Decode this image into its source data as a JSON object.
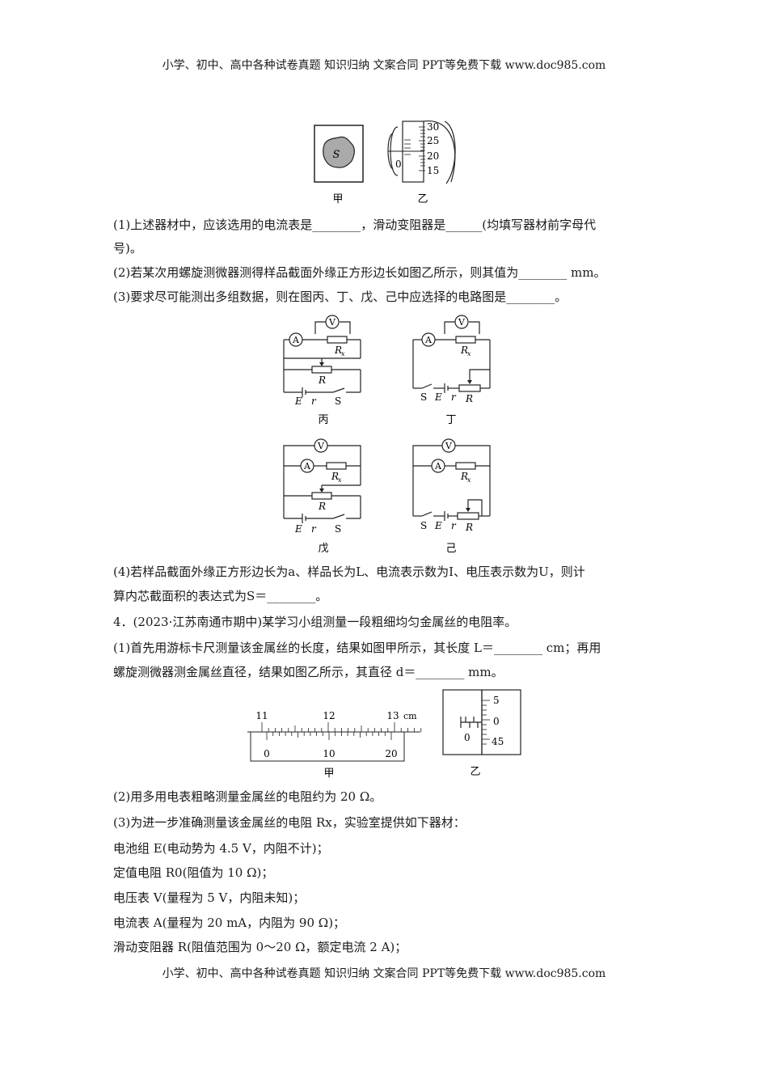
{
  "header": {
    "text": "小学、初中、高中各种试卷真题  知识归纳  文案合同  PPT等免费下载      www.doc985.com"
  },
  "footer": {
    "text": "小学、初中、高中各种试卷真题  知识归纳  文案合同  PPT等免费下载      www.doc985.com"
  },
  "fig1": {
    "cap_jia": "甲",
    "cap_yi": "乙",
    "sample_label": "S",
    "micrometer_scale": [
      "30",
      "25",
      "20",
      "15"
    ],
    "micrometer_zero": "0"
  },
  "q3": {
    "p1": "(1)上述器材中，应该选用的电流表是________，滑动变阻器是______(均填写器材前字母代",
    "p1b": "号)。",
    "p2": "(2)若某次用螺旋测微器测得样品截面外缘正方形边长如图乙所示，则其值为________ mm。",
    "p3": "(3)要求尽可能测出多组数据，则在图丙、丁、戊、己中应选择的电路图是________。",
    "p4a": "(4)若样品截面外缘正方形边长为a、样品长为L、电流表示数为I、电压表示数为U，则计",
    "p4b": "算内芯截面积的表达式为S＝________。"
  },
  "circuits": {
    "cap_bing": "丙",
    "cap_ding": "丁",
    "cap_wu": "戊",
    "cap_ji": "己",
    "V": "V",
    "A": "A",
    "Rx": "R",
    "Rx_sub": "x",
    "R": "R",
    "E": "E",
    "r": "r",
    "S": "S"
  },
  "q4": {
    "title": "4．(2023·江苏南通市期中)某学习小组测量一段粗细均匀金属丝的电阻率。",
    "p1a": "(1)首先用游标卡尺测量该金属丝的长度，结果如图甲所示，其长度 L＝________ cm；再用",
    "p1b": "螺旋测微器测金属丝直径，结果如图乙所示，其直径 d＝________ mm。",
    "p2": "(2)用多用电表粗略测量金属丝的电阻约为 20 Ω。",
    "p3": "(3)为进一步准确测量该金属丝的电阻 Rx，实验室提供如下器材：",
    "m1": "电池组 E(电动势为 4.5 V，内阻不计)；",
    "m2": "定值电阻 R0(阻值为 10 Ω)；",
    "m3": "电压表 V(量程为 5 V，内阻未知)；",
    "m4": "电流表 A(量程为 20 mA，内阻为 90 Ω)；",
    "m5": "滑动变阻器 R(阻值范围为 0～20 Ω，额定电流 2 A)；"
  },
  "fig2": {
    "caliper_main": [
      "11",
      "12",
      "13"
    ],
    "caliper_unit": "cm",
    "caliper_vernier": [
      "0",
      "10",
      "20"
    ],
    "micrometer2_scale": [
      "5",
      "0",
      "45"
    ],
    "micrometer2_zero": "0",
    "cap_jia": "甲",
    "cap_yi": "乙"
  }
}
